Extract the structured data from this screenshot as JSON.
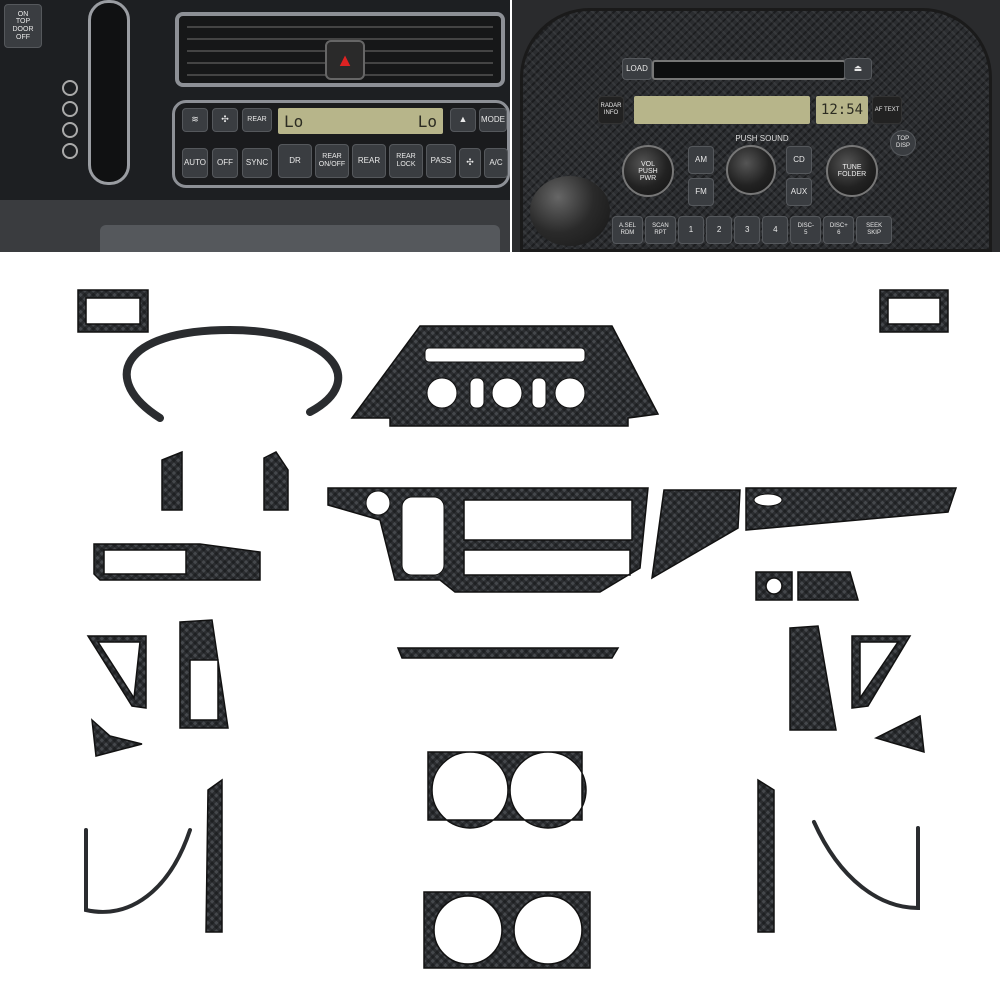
{
  "left_photo": {
    "top_button": "ON\nTOP\nDOOR\nOFF",
    "climate_display": "Lo",
    "climate_display_right": "Lo",
    "buttons": {
      "rear_a": "REAR",
      "mode": "MODE",
      "auto": "AUTO",
      "off": "OFF",
      "sync": "SYNC",
      "dr": "DR",
      "rear_onoff": "REAR\nON/OFF",
      "rear": "REAR",
      "rear_lock": "REAR\nLOCK",
      "pass": "PASS",
      "ac": "A/C"
    }
  },
  "right_photo": {
    "load": "LOAD",
    "clock": "12:54",
    "info": "AF TEXT",
    "radar": "RADAR\nINFO",
    "push_sound": "PUSH SOUND",
    "vol": "VOL\nPUSH\nPWR",
    "am": "AM",
    "fm": "FM",
    "cd": "CD",
    "aux": "AUX",
    "tune": "TUNE\nFOLDER",
    "top_disp": "TOP\nDISP",
    "presets": [
      "A.SEL\nRDM",
      "SCAN\nRPT",
      "1",
      "2",
      "3",
      "4",
      "DISC-\n5",
      "DISC+\n6",
      "SEEK\nSKIP"
    ]
  },
  "colors": {
    "carbon_base": "#2b2d30",
    "lcd": "#b7b58a",
    "background": "#ffffff"
  }
}
